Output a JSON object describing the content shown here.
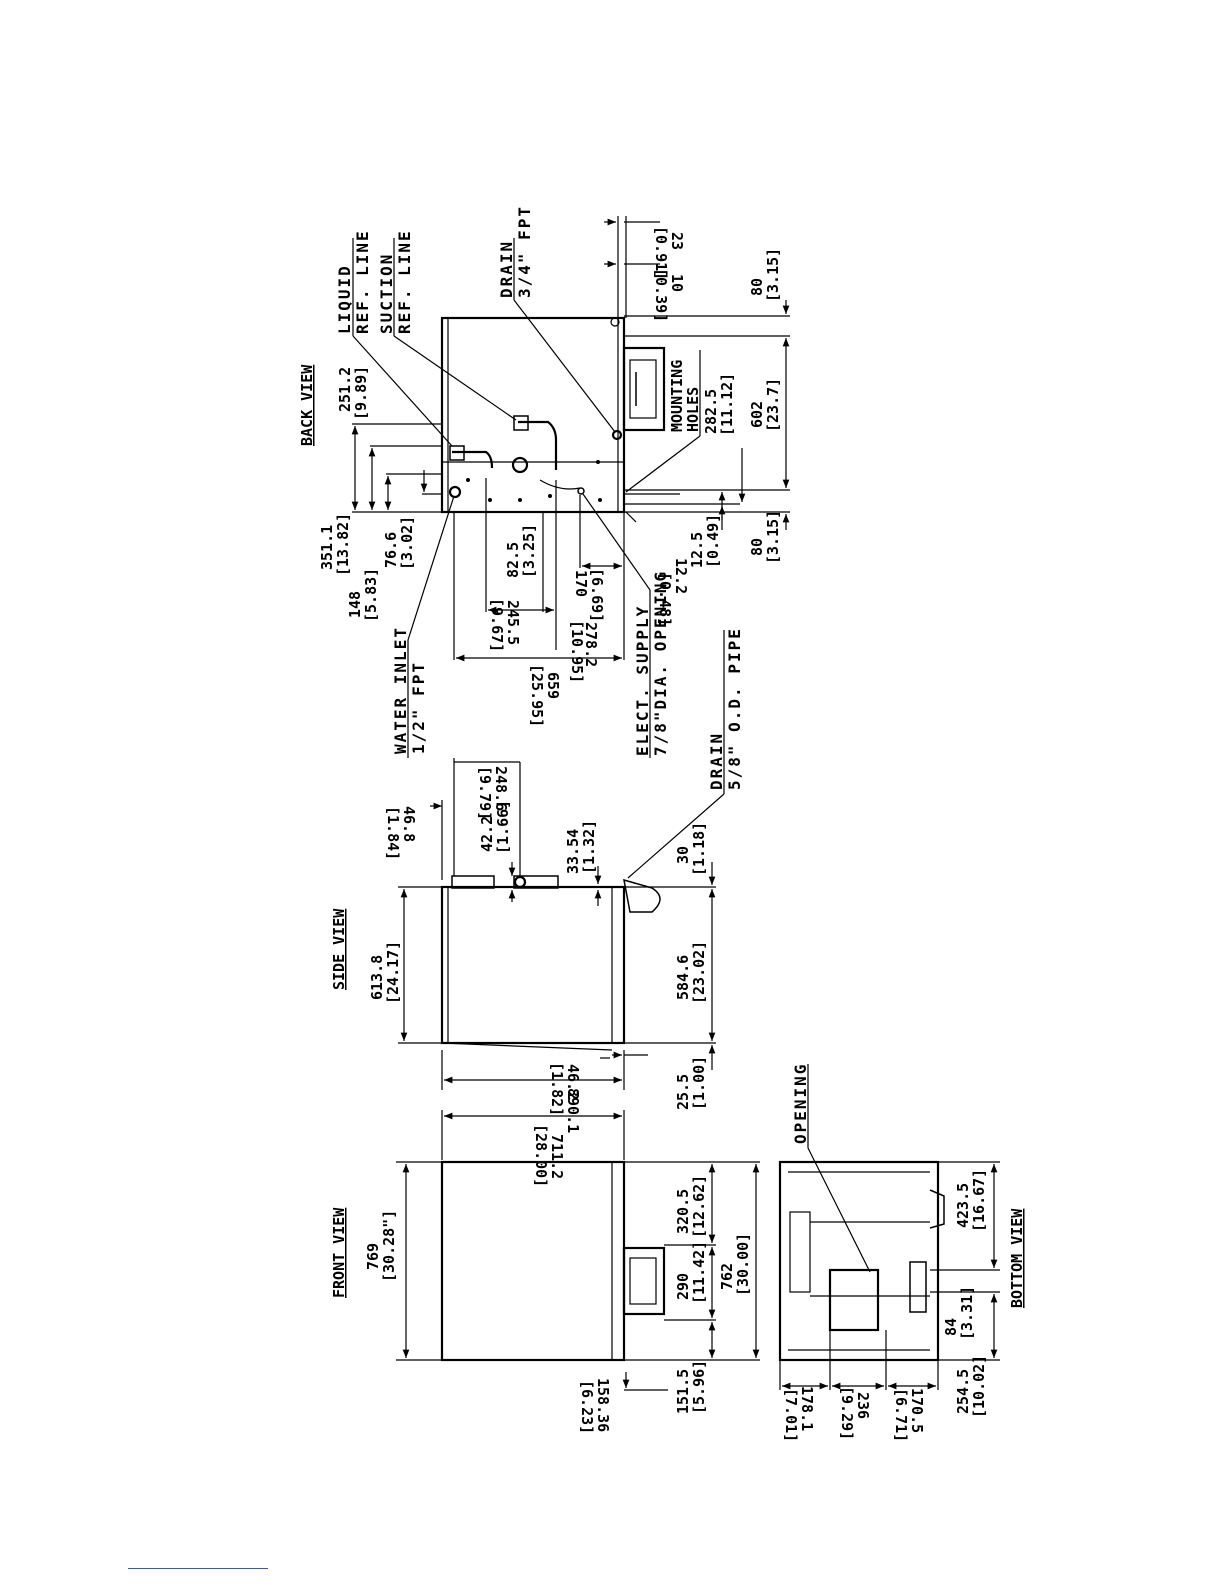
{
  "views": {
    "back": "BACK VIEW",
    "side": "SIDE VIEW",
    "front": "FRONT VIEW",
    "bottom": "BOTTOM VIEW"
  },
  "callouts": {
    "liquid_1": "LIQUID",
    "liquid_2": "REF. LINE",
    "suction_1": "SUCTION",
    "suction_2": "REF. LINE",
    "drain_top_1": "DRAIN",
    "drain_top_2": "3/4\" FPT",
    "mounting_1": "MOUNTING",
    "mounting_2": "HOLES",
    "water_1": "WATER INLET",
    "water_2": "1/2\" FPT",
    "elect_1": "ELECT. SUPPLY",
    "elect_2": "7/8\"DIA. OPENING",
    "drain_side_1": "DRAIN",
    "drain_side_2": "5/8\" O.D. PIPE",
    "opening": "OPENING"
  },
  "dims": {
    "d251": [
      "251.2",
      "[9.89]"
    ],
    "d351": [
      "351.1",
      "[13.82]"
    ],
    "d148": [
      "148",
      "[5.83]"
    ],
    "d76": [
      "76.6",
      "[3.02]"
    ],
    "d82": [
      "82.5",
      "[3.25]"
    ],
    "d170": [
      "170",
      "[6.69]"
    ],
    "d245": [
      "245.5",
      "[9.67]"
    ],
    "d278": [
      "278.2",
      "[10.95]"
    ],
    "d659": [
      "659",
      "[25.95]"
    ],
    "d12_2": [
      "12.2",
      "[0.48]"
    ],
    "d12_5": [
      "12.5",
      "[0.49]"
    ],
    "d80a": [
      "80",
      "[3.15]"
    ],
    "d80b": [
      "80",
      "[3.15]"
    ],
    "d282": [
      "282.5",
      "[11.12]"
    ],
    "d602": [
      "602",
      "[23.7]"
    ],
    "d10": [
      "10",
      "[0.39]"
    ],
    "d23": [
      "23",
      "[0.91]"
    ],
    "d46_8": [
      "46.8",
      "[1.84]"
    ],
    "d42": [
      "42.2",
      "[1.66]"
    ],
    "d248": [
      "248.6",
      "[9.79]"
    ],
    "d33": [
      "33.54",
      "[1.32]"
    ],
    "d30": [
      "30",
      "[1.18]"
    ],
    "d613": [
      "613.8",
      "[24.17]"
    ],
    "d584": [
      "584.6",
      "[23.02]"
    ],
    "d46_2": [
      "46.2",
      "[1.82]"
    ],
    "d890": [
      "890.1"
    ],
    "d25": [
      "25.5",
      "[1.00]"
    ],
    "d711": [
      "711.2",
      "[28.00]"
    ],
    "d769": [
      "769",
      "[30.28\"]"
    ],
    "d320": [
      "320.5",
      "[12.62]"
    ],
    "d290": [
      "290",
      "[11.42]"
    ],
    "d762": [
      "762",
      "[30.00]"
    ],
    "d151": [
      "151.5",
      "[5.96]"
    ],
    "d158": [
      "158.36",
      "[6.23]"
    ],
    "d178": [
      "178.1",
      "[7.01]"
    ],
    "d236": [
      "236",
      "[9.29]"
    ],
    "d170b": [
      "170.5",
      "[6.71]"
    ],
    "d254": [
      "254.5",
      "[10.02]"
    ],
    "d84": [
      "84",
      "[3.31]"
    ],
    "d423": [
      "423.5",
      "[16.67]"
    ]
  }
}
